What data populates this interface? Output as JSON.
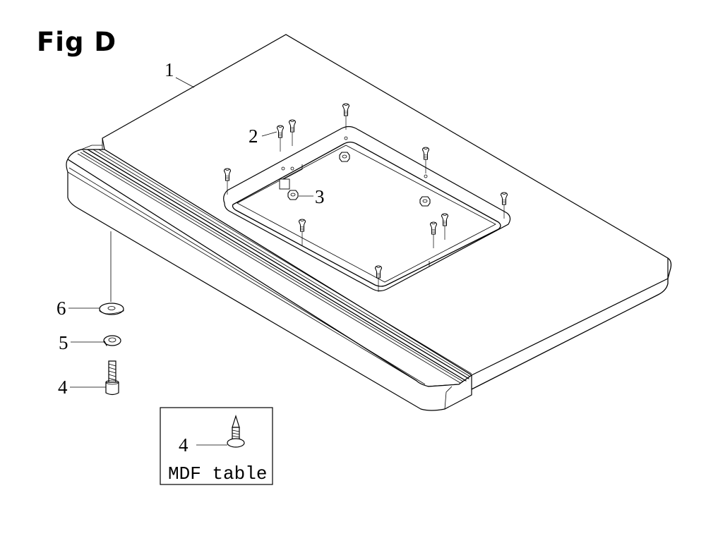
{
  "figure": {
    "title": "Fig D"
  },
  "callouts": {
    "c1": "1",
    "c2": "2",
    "c3": "3",
    "c4": "4",
    "c5": "5",
    "c6": "6"
  },
  "inset": {
    "number": "4",
    "caption": "MDF table"
  },
  "parts": [
    {
      "id": "1",
      "name": "table-top"
    },
    {
      "id": "2",
      "name": "screw"
    },
    {
      "id": "3",
      "name": "nut"
    },
    {
      "id": "4",
      "name": "cap-bolt"
    },
    {
      "id": "5",
      "name": "lock-washer"
    },
    {
      "id": "6",
      "name": "flat-washer"
    }
  ]
}
